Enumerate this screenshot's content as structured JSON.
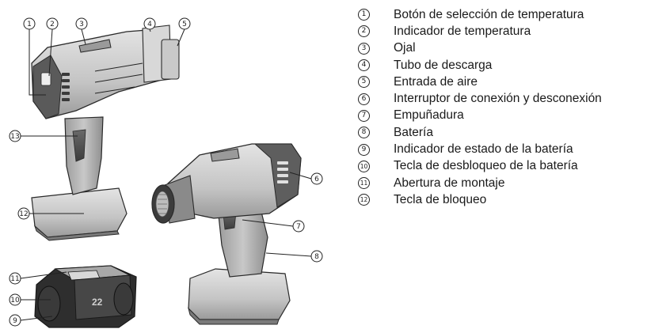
{
  "legend": [
    {
      "number": "1",
      "text": "Botón de selección de temperatura"
    },
    {
      "number": "2",
      "text": "Indicador de temperatura"
    },
    {
      "number": "3",
      "text": "Ojal"
    },
    {
      "number": "4",
      "text": "Tubo de descarga"
    },
    {
      "number": "5",
      "text": "Entrada de aire"
    },
    {
      "number": "6",
      "text": "Interruptor de conexión y desconexión"
    },
    {
      "number": "7",
      "text": "Empuñadura"
    },
    {
      "number": "8",
      "text": "Batería"
    },
    {
      "number": "9",
      "text": "Indicador de estado de la batería"
    },
    {
      "number": "10",
      "text": "Tecla de desbloqueo de la batería"
    },
    {
      "number": "11",
      "text": "Abertura de montaje"
    },
    {
      "number": "12",
      "text": "Tecla de bloqueo"
    }
  ],
  "callouts": [
    "1",
    "2",
    "3",
    "4",
    "5",
    "6",
    "7",
    "8",
    "9",
    "10",
    "11",
    "12",
    "13"
  ],
  "battery_marking": "22",
  "colors": {
    "tool_body": "#cfcfcf",
    "tool_shadow": "#8a8a8a",
    "outline": "#2a2a2a",
    "text": "#1a1a1a"
  }
}
